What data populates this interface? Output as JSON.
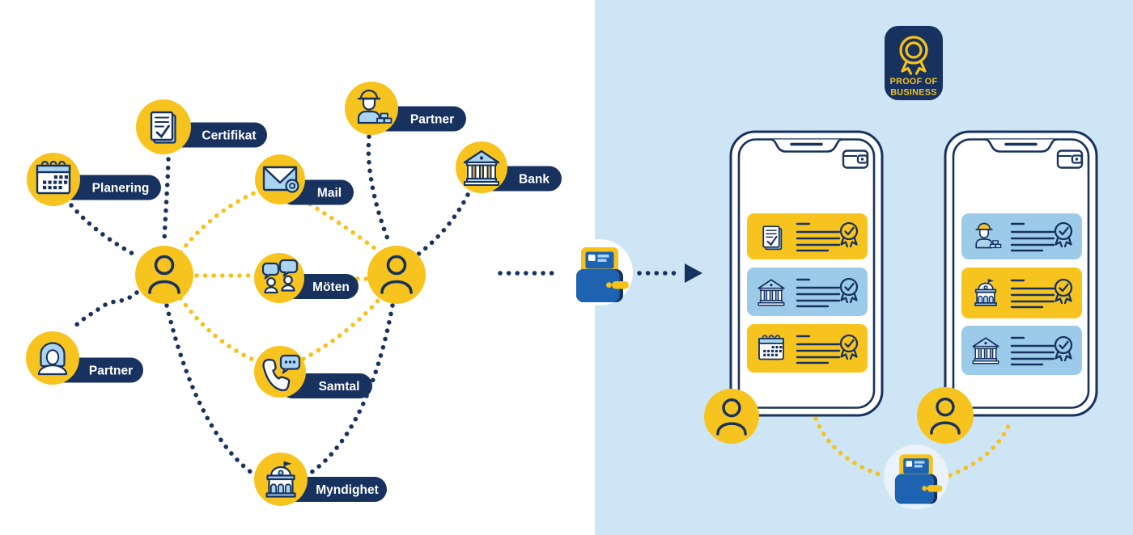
{
  "scene": {
    "left_panel_bg": "#ffffff",
    "right_panel_bg": "#cee5f5",
    "colors": {
      "yellow": "#f7c41f",
      "navy": "#17325f",
      "icon_light_blue": "#aad4f0",
      "card_blue": "#9ccbe9",
      "wallet_blue": "#1d63b2",
      "white": "#ffffff"
    }
  },
  "network": {
    "hubs": [
      {
        "icon": "person-icon"
      },
      {
        "icon": "person-icon"
      }
    ],
    "nodes": [
      {
        "label": "Planering",
        "icon": "calendar-icon",
        "connector": "navy"
      },
      {
        "label": "Certifikat",
        "icon": "certificate-document-icon",
        "connector": "navy"
      },
      {
        "label": "Mail",
        "icon": "envelope-icon",
        "connector": "yellow"
      },
      {
        "label": "Partner",
        "icon": "construction-worker-icon",
        "connector": "navy"
      },
      {
        "label": "Bank",
        "icon": "bank-building-icon",
        "connector": "navy"
      },
      {
        "label": "Möten",
        "icon": "meeting-chat-icon",
        "connector": "yellow"
      },
      {
        "label": "Samtal",
        "icon": "phone-call-icon",
        "connector": "yellow"
      },
      {
        "label": "Partner",
        "icon": "woman-icon",
        "connector": "navy"
      },
      {
        "label": "Myndighet",
        "icon": "government-building-icon",
        "connector": "navy"
      }
    ]
  },
  "flow": {
    "wallet_icon": "wallet-icon",
    "arrow_icon": "arrow-right-icon",
    "direction": "right"
  },
  "badge": {
    "icon": "award-ribbon-icon",
    "line1": "PROOF OF",
    "line2": "BUSINESS"
  },
  "phones": [
    {
      "header_icon": "wallet-outline-icon",
      "owner_icon": "person-icon",
      "cards": [
        {
          "icon": "certificate-document-icon",
          "bg": "yellow",
          "badge_icon": "verified-rosette-icon"
        },
        {
          "icon": "bank-building-icon",
          "bg": "blue",
          "badge_icon": "verified-rosette-icon"
        },
        {
          "icon": "calendar-icon",
          "bg": "yellow",
          "badge_icon": "verified-rosette-icon"
        }
      ]
    },
    {
      "header_icon": "wallet-outline-icon",
      "owner_icon": "person-icon",
      "cards": [
        {
          "icon": "construction-worker-icon",
          "bg": "blue",
          "badge_icon": "verified-rosette-icon"
        },
        {
          "icon": "government-building-icon",
          "bg": "yellow",
          "badge_icon": "verified-rosette-icon"
        },
        {
          "icon": "bank-building-icon",
          "bg": "blue",
          "badge_icon": "verified-rosette-icon"
        }
      ]
    }
  ],
  "bottom_wallet": {
    "icon": "wallet-icon"
  }
}
